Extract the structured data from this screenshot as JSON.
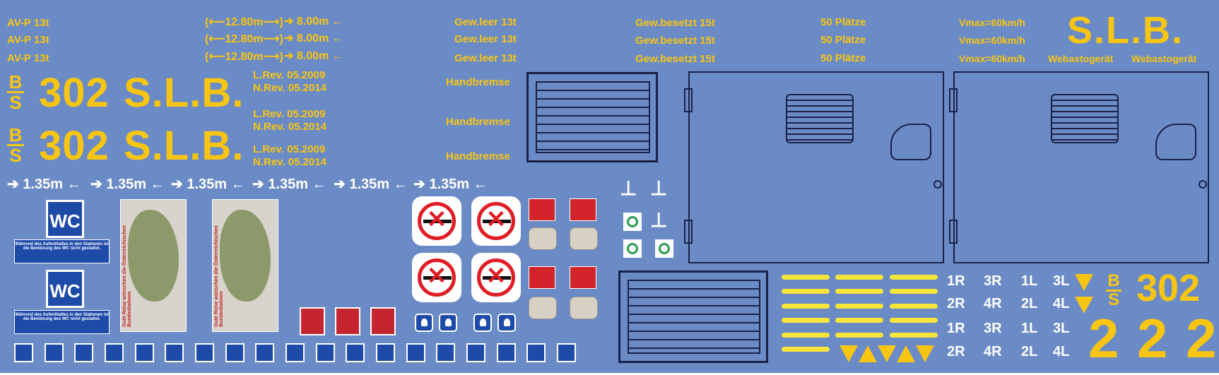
{
  "sheet": {
    "specs": {
      "type_label": "AV-P 13t",
      "length": "12.80m",
      "axle": "8.00m",
      "gew_leer": "Gew.leer 13t",
      "gew_besetzt": "Gew.besetzt 15t",
      "seats": "50 Plätze",
      "vmax": "Vmax=60km/h"
    },
    "logo_slb": "S.L.B.",
    "webasto": "Webastogerät",
    "car_number": "302",
    "operator_abbrev": "S.L.B.",
    "bs_top": "B",
    "bs_bottom": "S",
    "revision": {
      "l_rev": "L.Rev. 05.2009",
      "n_rev": "N.Rev. 05.2014"
    },
    "handbremse": "Handbremse",
    "door_spacing": "1.35m",
    "arrow_right": "➔",
    "arrow_left": "←",
    "arrow_left_outline": "⟵",
    "wc_label": "WC",
    "wc_notice": "Während des Aufenthaltes in den Stationen ist die Benützung des WC nicht gestattet.",
    "map_caption": "Gute Reise wünschen die Österreichischen Bundesbahnen",
    "seat_rows": [
      "1R",
      "3R",
      "1L",
      "3L",
      "2R",
      "4R",
      "2L",
      "4L"
    ],
    "big_number": "2 2 2",
    "big_number_small": "302",
    "accent_color": "#f7c512",
    "background_color": "#6b8bc6"
  }
}
